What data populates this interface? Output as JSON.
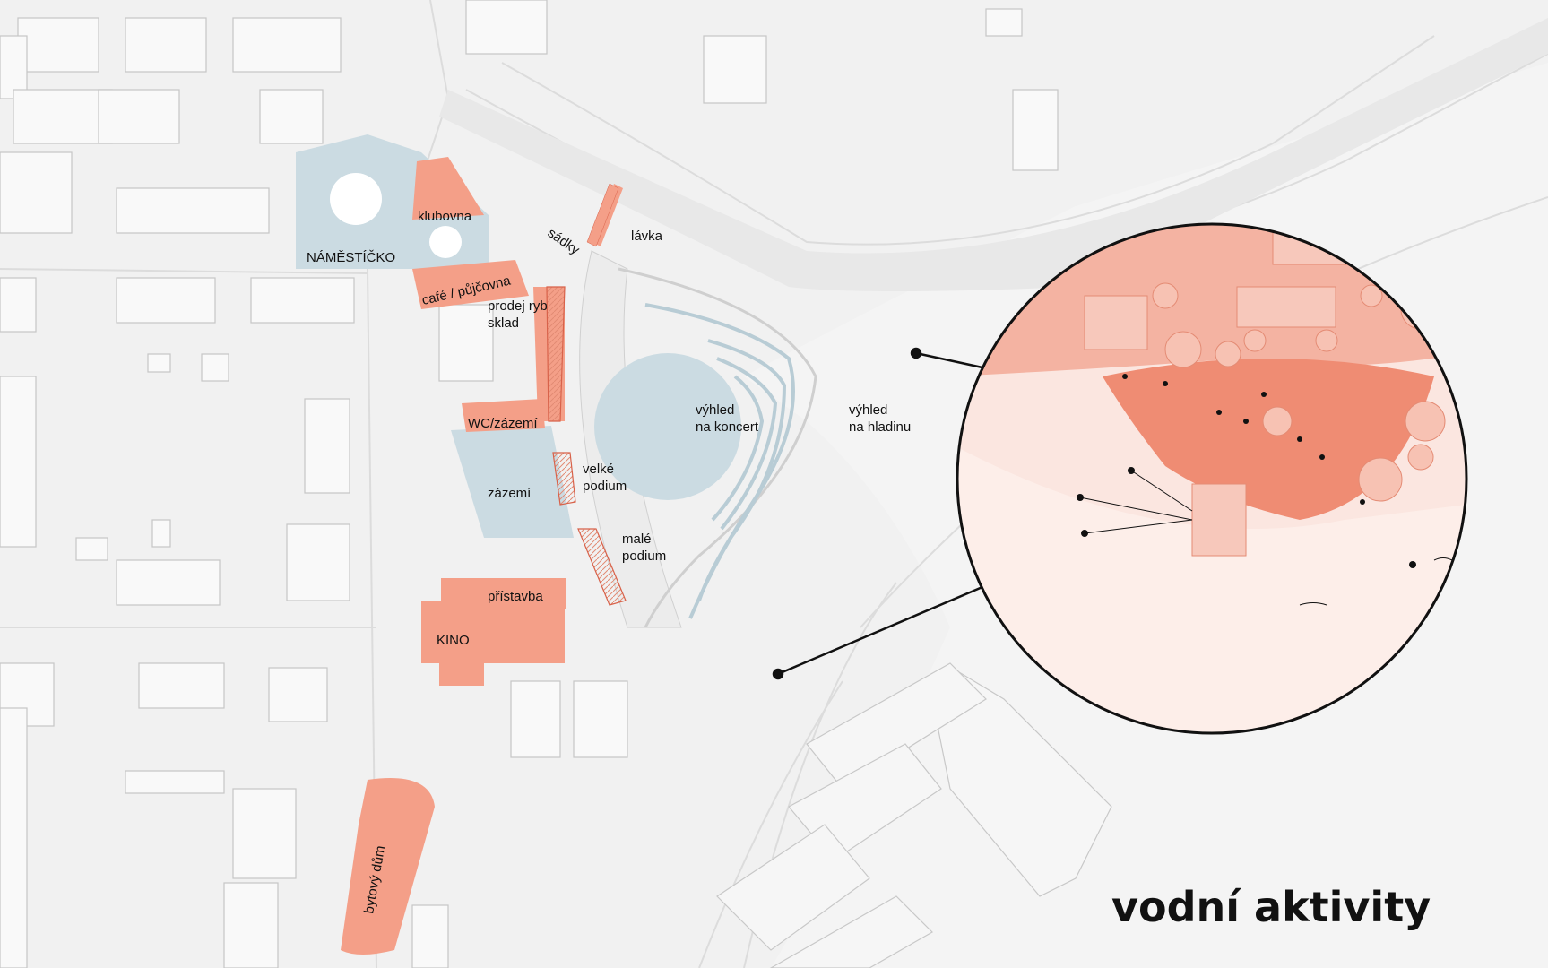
{
  "title": "vodní aktivity",
  "colors": {
    "ground": "#f1f1f1",
    "building": "#f7f7f7",
    "building_edge": "#c8c8c8",
    "road": "#e9e9e9",
    "plaza_blue": "#cbdbe2",
    "accent": "#f49f88",
    "accent_dark": "#d8624a",
    "inset_bg": "#fbe6e0"
  },
  "labels": {
    "namesticko": "NÁMĚSTÍČKO",
    "klubovna": "klubovna",
    "sadky": "sádky",
    "lavka": "lávka",
    "cafe": "café / půjčovna",
    "prodej_line1": "prodej ryb",
    "prodej_line2": "sklad",
    "wc": "WC/zázemí",
    "zazemi": "zázemí",
    "velke_line1": "velké",
    "velke_line2": "podium",
    "male_line1": "malé",
    "male_line2": "podium",
    "vyhled_koncert_line1": "výhled",
    "vyhled_koncert_line2": "na koncert",
    "vyhled_hladinu_line1": "výhled",
    "vyhled_hladinu_line2": "na hladinu",
    "pristavba": "přístavba",
    "kino": "KINO",
    "bytovy_dum": "bytový dům"
  },
  "icons": {
    "callout_pins": "map-pin-icon",
    "inset": "magnifier-inset-icon"
  }
}
